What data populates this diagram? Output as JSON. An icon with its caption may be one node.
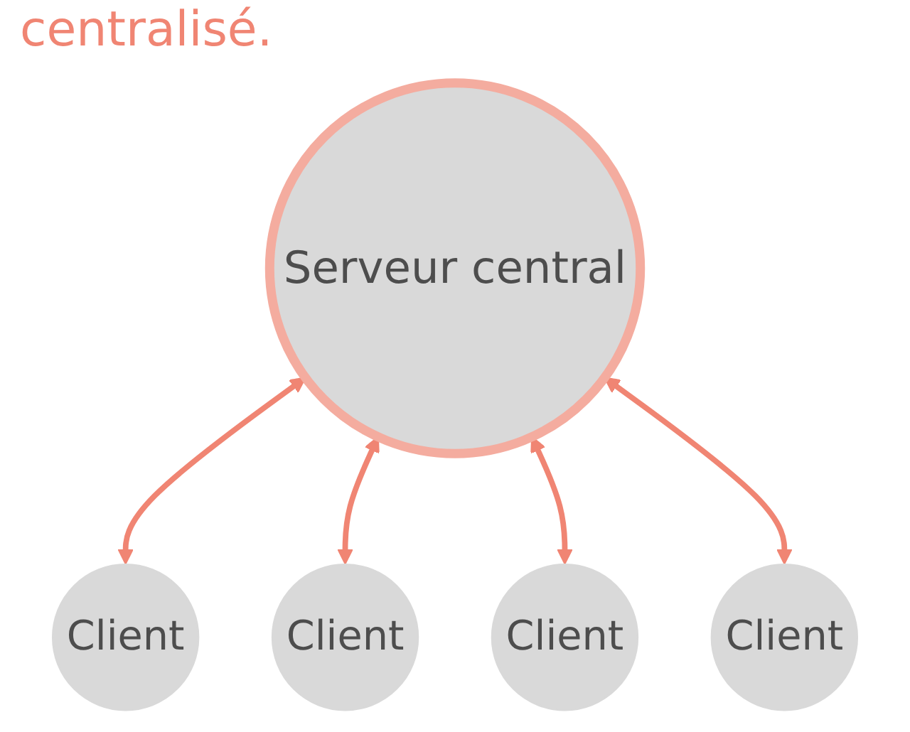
{
  "diagram": {
    "title": "centralisé.",
    "nodes": [
      {
        "text": [
          "Client"
        ]
      },
      {
        "text": [
          "Serveur central"
        ]
      },
      {
        "text": [
          "Client"
        ]
      },
      {
        "text": [
          "Client"
        ]
      },
      {
        "text": [
          "Client"
        ]
      }
    ],
    "edges": [
      {
        "from": 0,
        "to": 1,
        "arrow": "both"
      },
      {
        "from": 2,
        "to": 1,
        "arrow": "both"
      },
      {
        "from": 3,
        "to": 1,
        "arrow": "both"
      },
      {
        "from": 4,
        "to": 1,
        "arrow": "both"
      }
    ]
  }
}
